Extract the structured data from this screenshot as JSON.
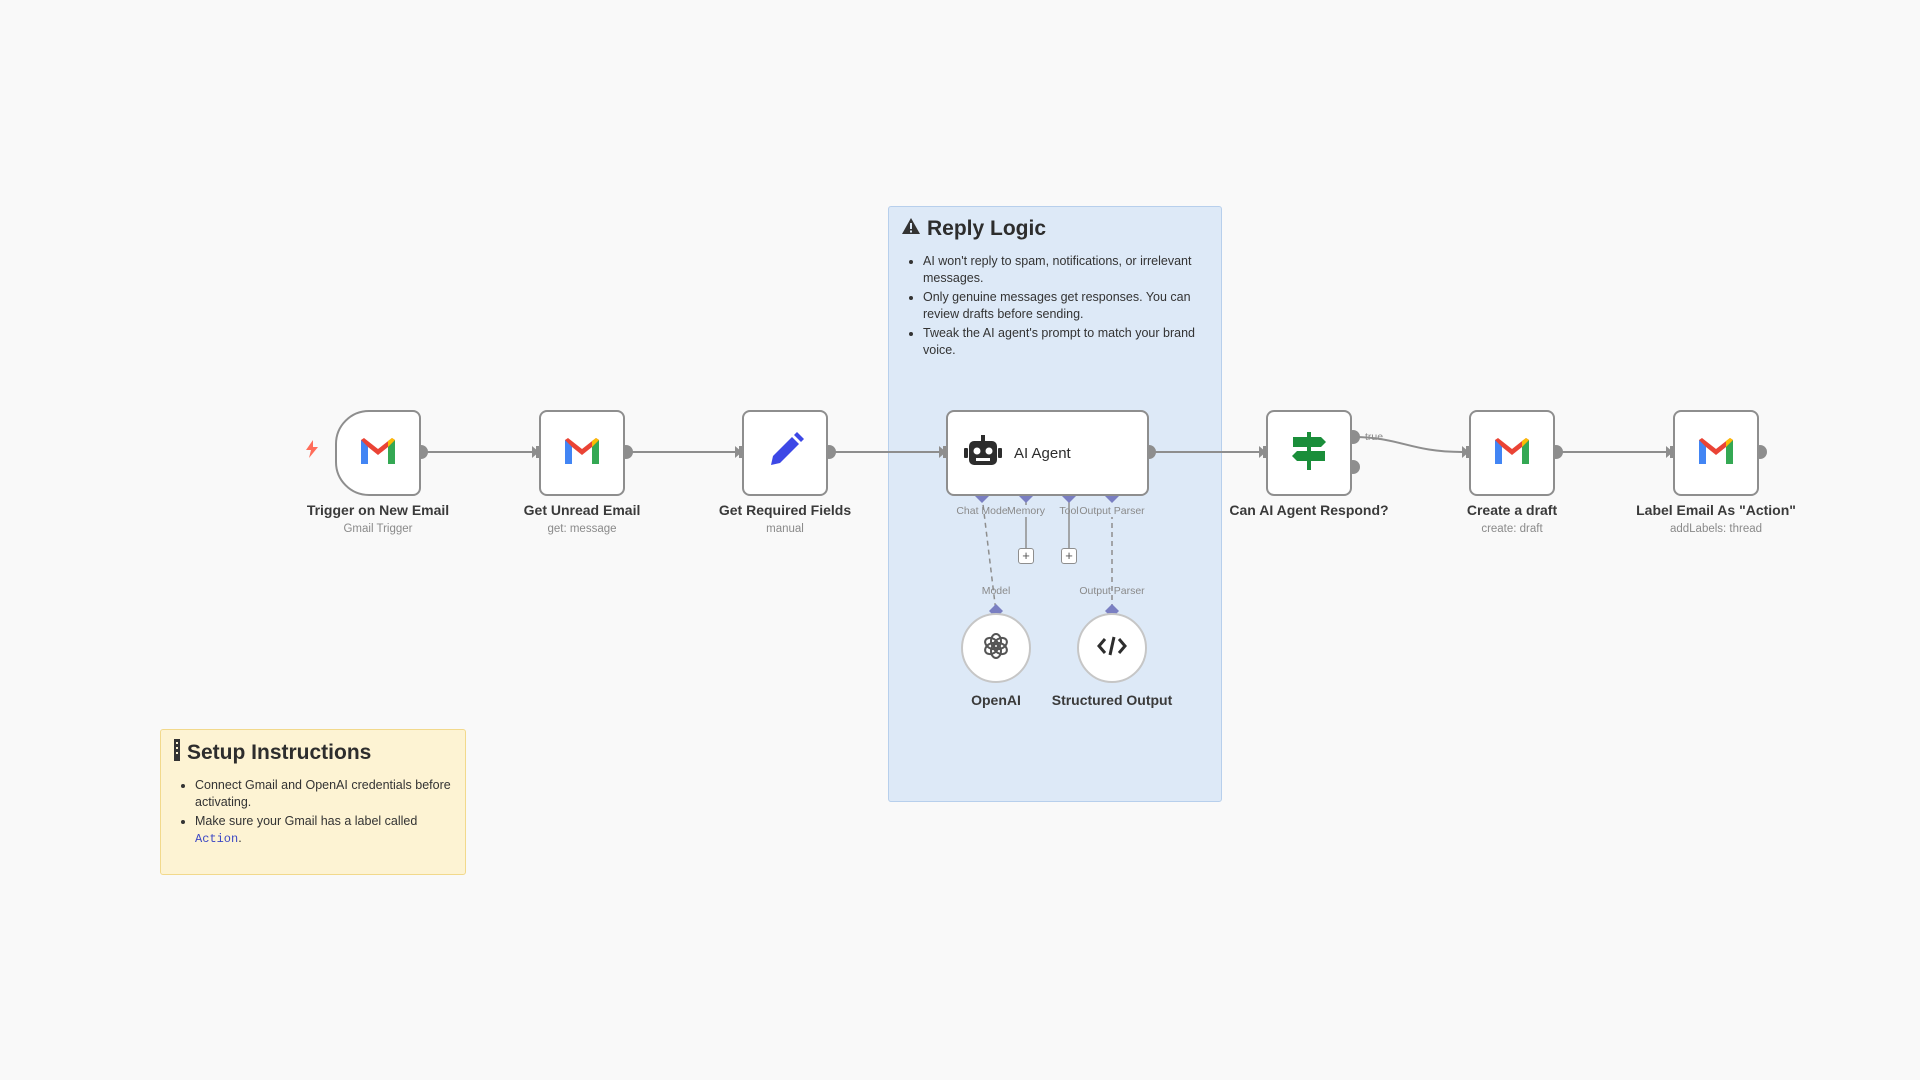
{
  "colors": {
    "canvas_bg": "#f9f9f9",
    "wire": "#8e8e8e",
    "sub_wire": "#7a7fc2",
    "reply_sticky_bg": "#dde9f7",
    "reply_sticky_border": "#b7cfec",
    "setup_sticky_bg": "#fdf3d3",
    "setup_sticky_border": "#f2d98c",
    "gmail_red": "#ea4335",
    "gmail_blue": "#4285f4",
    "gmail_green": "#34a853",
    "gmail_yellow": "#fbbc04",
    "edit_blue": "#3d48e6",
    "if_green": "#1a8e3a"
  },
  "reply_sticky": {
    "icon": "warning-icon",
    "title": "Reply Logic",
    "bullets": [
      "AI won't reply to spam, notifications, or irrelevant messages.",
      "Only genuine messages get responses. You can review drafts before sending.",
      "Tweak the AI agent's prompt to match your brand voice."
    ]
  },
  "setup_sticky": {
    "icon": "pipe-icon",
    "title": "Setup Instructions",
    "bullets": [
      "Connect Gmail and OpenAI credentials before activating.",
      "Make sure your Gmail has a label called"
    ],
    "code": "Action",
    "code_suffix": "."
  },
  "nodes": {
    "trigger": {
      "title": "Trigger on New Email",
      "subtitle": "Gmail Trigger",
      "icon": "gmail-icon"
    },
    "get_unread": {
      "title": "Get Unread Email",
      "subtitle": "get: message",
      "icon": "gmail-icon"
    },
    "required_fields": {
      "title": "Get Required Fields",
      "subtitle": "manual",
      "icon": "pencil-icon"
    },
    "ai_agent": {
      "title": "AI Agent",
      "icon": "robot-icon",
      "ports": [
        "Chat Mode",
        "Memory",
        "Tool",
        "Output Parser"
      ]
    },
    "can_respond": {
      "title": "Can AI Agent Respond?",
      "icon": "signpost-icon",
      "branch_label": "true"
    },
    "create_draft": {
      "title": "Create a draft",
      "subtitle": "create: draft",
      "icon": "gmail-icon"
    },
    "label_email": {
      "title": "Label Email As \"Action\"",
      "subtitle": "addLabels: thread",
      "icon": "gmail-icon"
    },
    "openai": {
      "title": "OpenAI",
      "port_label": "Model",
      "icon": "openai-icon"
    },
    "structured": {
      "title": "Structured Output",
      "port_label": "Output Parser",
      "icon": "code-icon"
    }
  },
  "plus_symbol": "+"
}
